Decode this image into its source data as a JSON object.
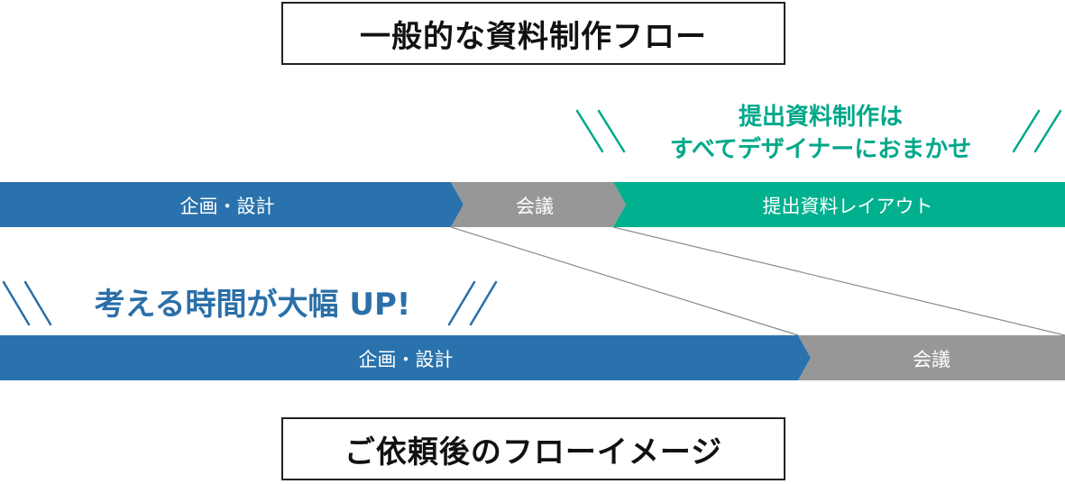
{
  "titles": {
    "top": "一般的な資料制作フロー",
    "bottom": "ご依頼後のフローイメージ"
  },
  "captions": {
    "top_line1": "提出資料制作は",
    "top_line2": "すべてデザイナーにおまかせ",
    "bottom": "考える時間が大幅 UP!"
  },
  "flows": {
    "top": [
      {
        "label": "企画・設計",
        "color": "#2a72ad"
      },
      {
        "label": "会議",
        "color": "#979797"
      },
      {
        "label": "提出資料レイアウト",
        "color": "#00b08e"
      }
    ],
    "bottom": [
      {
        "label": "企画・設計",
        "color": "#2a72ad"
      },
      {
        "label": "会議",
        "color": "#979797"
      }
    ]
  },
  "colors": {
    "accent_blue": "#2b6fa8",
    "accent_green": "#00a88a",
    "connector": "#8a8a8a"
  }
}
